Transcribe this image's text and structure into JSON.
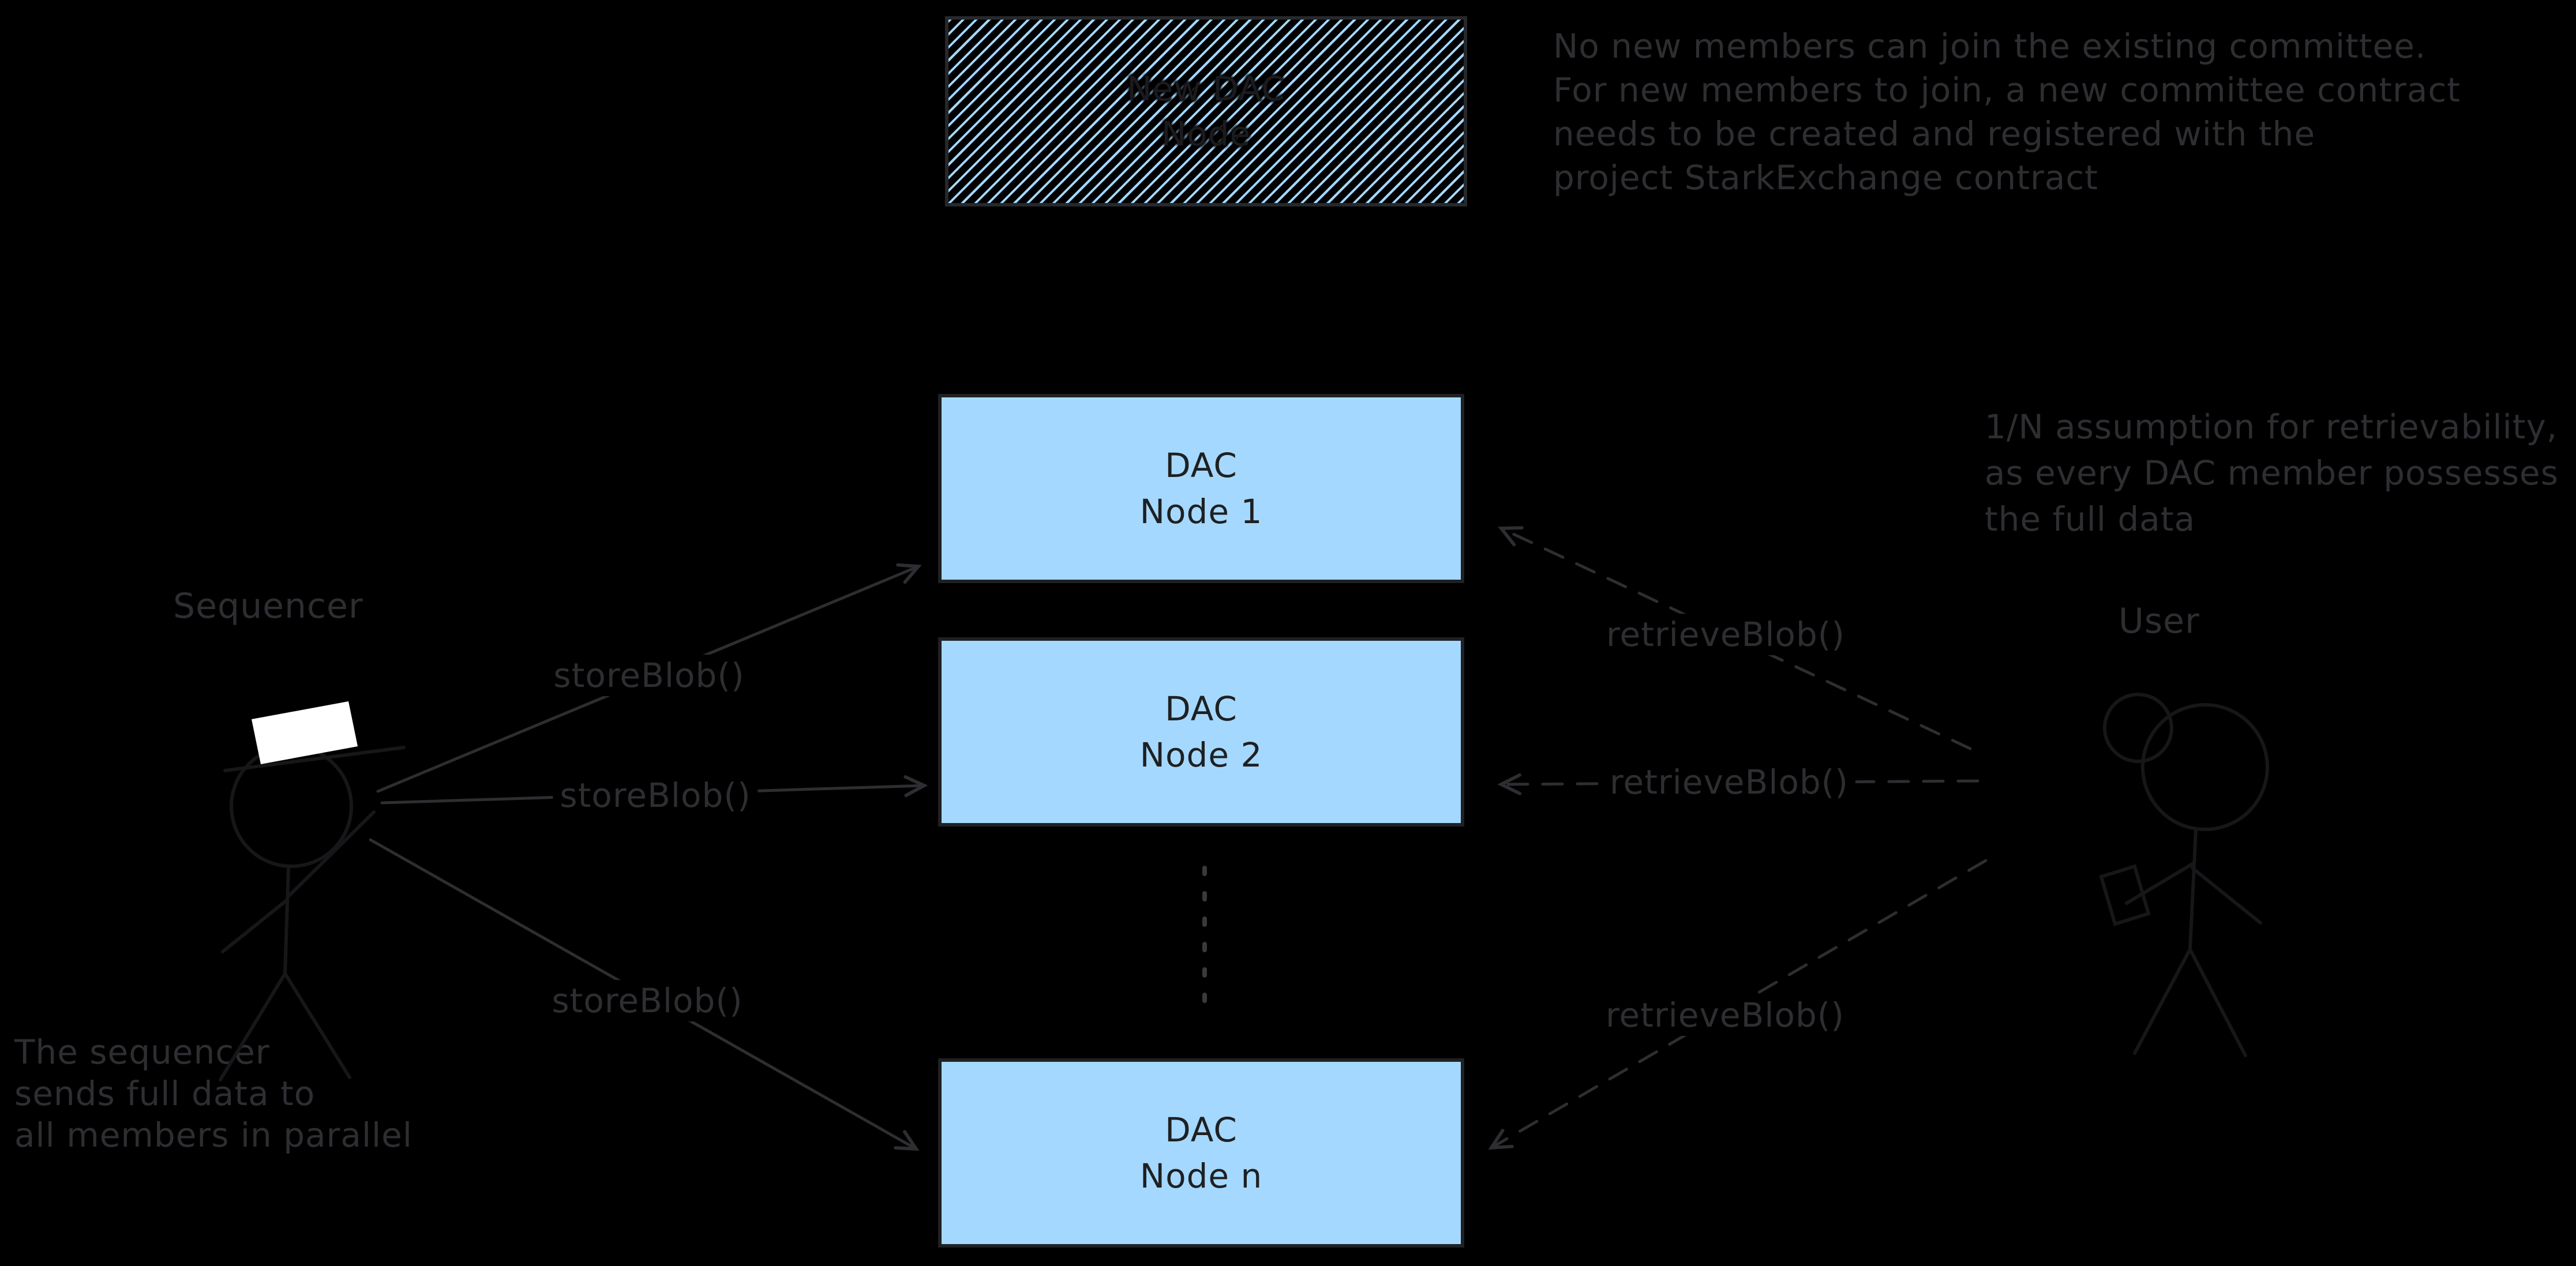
{
  "diagram": {
    "title_context": "DAC data availability flow",
    "colors": {
      "background": "#000000",
      "node_fill": "#a5d8ff",
      "ink": "#2e2e32",
      "faint_figure": "#17171a",
      "box_text": "#1e2022",
      "hat_white": "#ffffff"
    },
    "new_dac_box": {
      "line1": "New DAC",
      "line2": "Node"
    },
    "dac_nodes": [
      {
        "line1": "DAC",
        "line2": "Node 1"
      },
      {
        "line1": "DAC",
        "line2": "Node 2"
      },
      {
        "line1": "DAC",
        "line2": "Node n"
      }
    ],
    "actors": {
      "sequencer": "Sequencer",
      "user": "User"
    },
    "calls": {
      "store": "storeBlob()",
      "retrieve": "retrieveBlob()"
    },
    "notes": {
      "committee": "No new members can join the existing committee.\nFor new members to join, a new committee contract\nneeds to be created and registered with the\nproject StarkExchange contract",
      "retrievability": "1/N assumption for retrievability,\nas every DAC member possesses\nthe full data",
      "sequencer_parallel": "The sequencer\nsends full data to\nall members in parallel"
    }
  }
}
